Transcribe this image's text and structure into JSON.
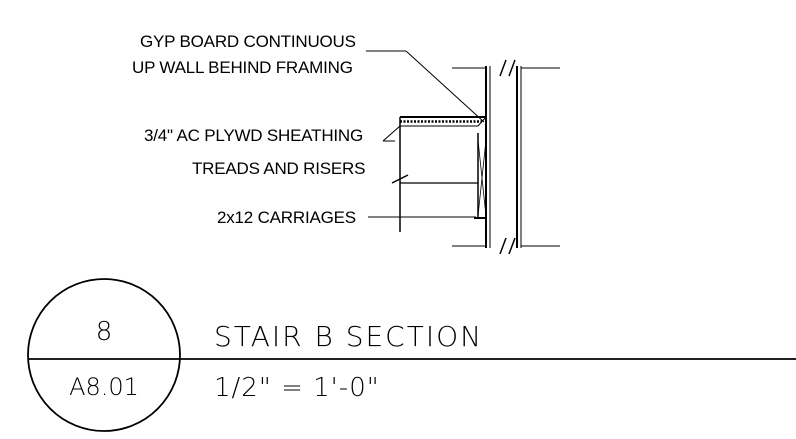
{
  "drawing": {
    "notes": {
      "gyp_line1": "GYP BOARD CONTINUOUS",
      "gyp_line2": "UP WALL BEHIND FRAMING",
      "plywood_line1": "3/4\" AC PLYWD SHEATHING",
      "plywood_line2": "TREADS AND RISERS",
      "carriages": "2x12 CARRIAGES"
    },
    "title_block": {
      "detail_number": "8",
      "sheet_number": "A8.01",
      "title": "STAIR B SECTION",
      "scale": "1/2\" = 1'-0\""
    }
  },
  "colors": {
    "ink": "#000000",
    "background": "#ffffff"
  }
}
